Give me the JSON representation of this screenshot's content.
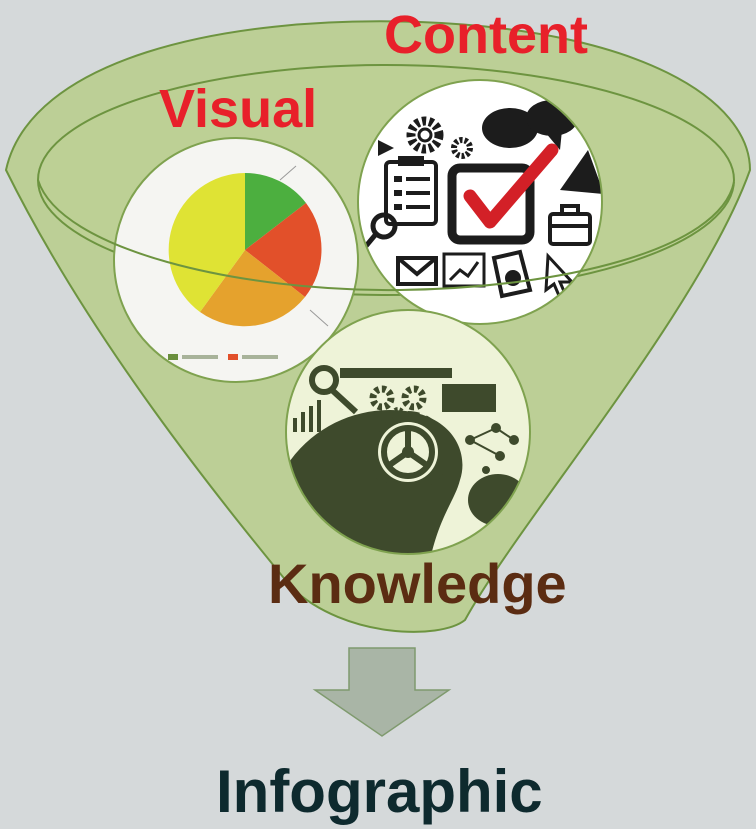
{
  "labels": {
    "content": "Content",
    "visual": "Visual",
    "knowledge": "Knowledge",
    "result": "Infographic"
  },
  "colors": {
    "background": "#d5d9da",
    "funnel_fill": "#b7cc8a",
    "funnel_stroke": "#6d9440",
    "content_label": "#e8202a",
    "visual_label": "#e8202a",
    "knowledge_label": "#5b2c12",
    "result_label": "#0e2a2e",
    "arrow_fill": "#a9b5a6",
    "arrow_stroke": "#7f9a6e",
    "icon_dark": "#1c1c1c",
    "icon_check": "#d32027",
    "knowledge_icon": "#3e4a2c",
    "pie_slices": [
      "#4caf3f",
      "#e2502a",
      "#e5a22d",
      "#dfe334"
    ]
  },
  "icons": {
    "visual": "pie-chart-icon",
    "content": "content-collage-icon",
    "knowledge": "knowledge-gears-icon",
    "arrow": "arrow-down-icon"
  }
}
